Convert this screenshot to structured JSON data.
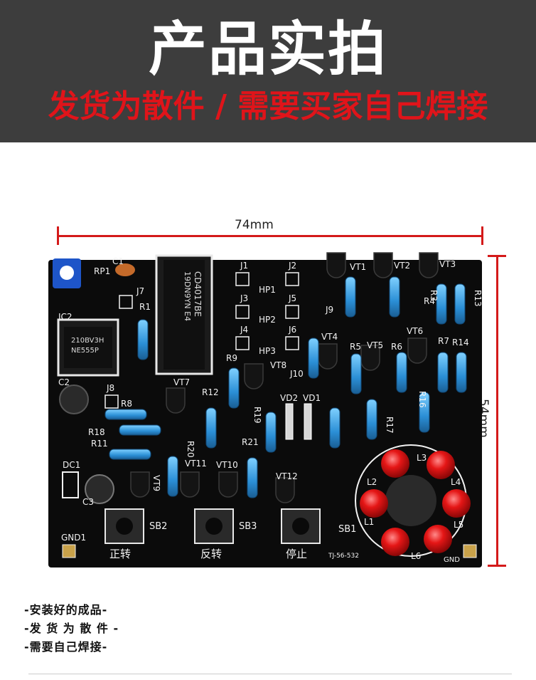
{
  "header": {
    "title": "产品实拍",
    "subtitle": "发货为散件 / 需要买家自己焊接",
    "bg_color": "#3d3d3d",
    "subtitle_color": "#e0141a"
  },
  "dimensions": {
    "width_label": "74mm",
    "height_label": "54mm",
    "color": "#d41a1a"
  },
  "pcb": {
    "board_color": "#0b0b0b",
    "silk_color": "#f2f2f2",
    "chip1_marking": "CD4017BE",
    "chip1_code": "19DN9YN E4",
    "chip2_marking": "NE555P",
    "chip2_code": "210BV3H",
    "labels": {
      "rp1": "RP1",
      "c1": "C1",
      "j7": "J7",
      "r1": "R1",
      "ic2": "IC2",
      "j1": "J1",
      "j2": "J2",
      "hp1": "HP1",
      "j3": "J3",
      "j5": "J5",
      "hp2": "HP2",
      "j4": "J4",
      "j6": "J6",
      "hp3": "HP3",
      "j9": "J9",
      "vt1": "VT1",
      "vt2": "VT2",
      "vt3": "VT3",
      "vt4": "VT4",
      "vt5": "VT5",
      "vt6": "VT6",
      "vt7": "VT7",
      "vt8": "VT8",
      "vt10": "VT10",
      "vt11": "VT11",
      "vt12": "VT12",
      "vt9": "VT9",
      "r3": "R3",
      "r13": "R13",
      "r4": "R4",
      "r5": "R5",
      "r6": "R6",
      "r7": "R7",
      "r14": "R14",
      "r9": "R9",
      "r12": "R12",
      "r19": "R19",
      "r21": "R21",
      "r20": "R20",
      "r17": "R17",
      "r16": "R16",
      "j10": "J10",
      "vd1": "VD1",
      "vd2": "VD2",
      "c2": "C2",
      "j8": "J8",
      "r8": "R8",
      "r18": "R18",
      "r11": "R11",
      "dc1": "DC1",
      "c3": "C3",
      "sb1": "SB1",
      "sb2": "SB2",
      "sb3": "SB3",
      "btn_forward": "正转",
      "btn_reverse": "反转",
      "btn_stop": "停止",
      "l1": "L1",
      "l2": "L2",
      "l3": "L3",
      "l4": "L4",
      "l5": "L5",
      "l6": "L6",
      "gnd1": "GND1",
      "gnd": "GND",
      "board_code": "TJ-56-532"
    }
  },
  "notes": [
    "-安装好的成品-",
    "-发 货 为 散 件 -",
    "-需要自己焊接-"
  ]
}
